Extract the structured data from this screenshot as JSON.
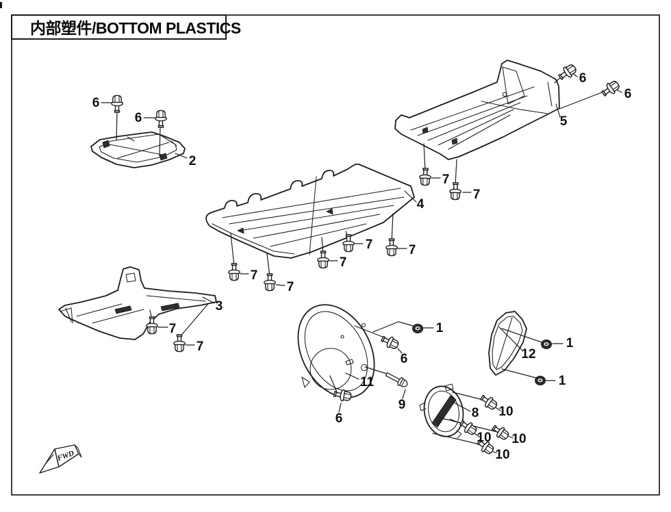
{
  "page": {
    "title": "内部塑件/BOTTOM PLASTICS",
    "fwd_label": "FWD"
  },
  "colors": {
    "line": "#1c1c1c",
    "background": "#ffffff",
    "grommet_fill": "#2e2e2e"
  },
  "callouts": {
    "n1": "1",
    "n2": "2",
    "n3": "3",
    "n4": "4",
    "n5": "5",
    "n6": "6",
    "n7": "7",
    "n8": "8",
    "n9": "9",
    "n10": "10",
    "n11": "11",
    "n12": "12"
  }
}
